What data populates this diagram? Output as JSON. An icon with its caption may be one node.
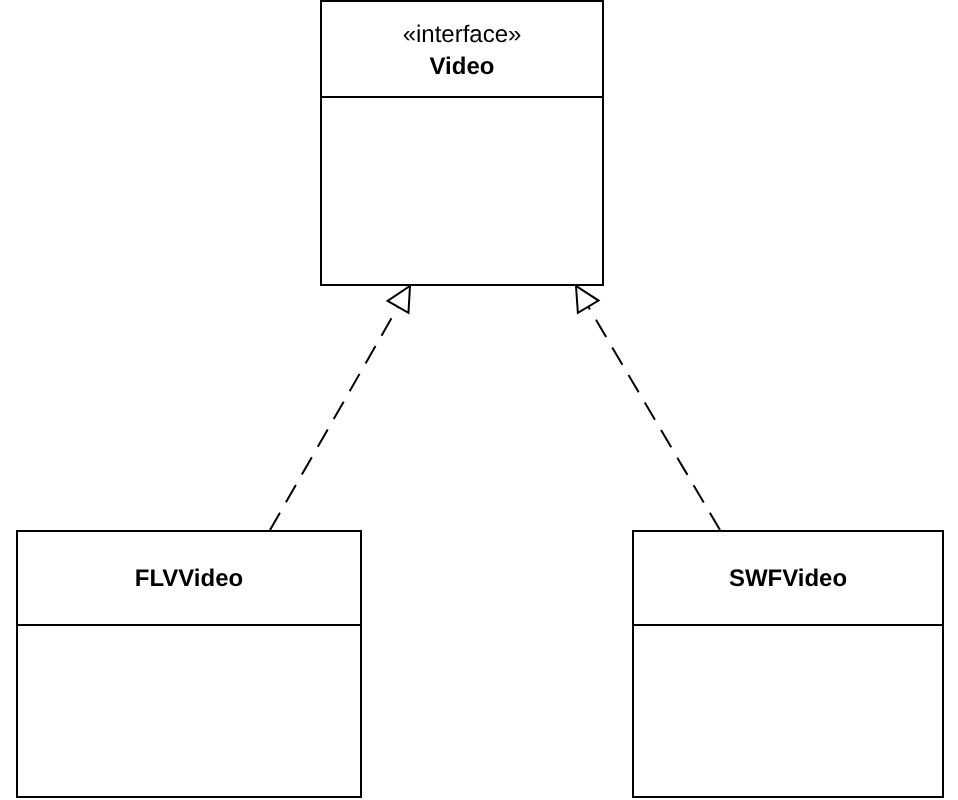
{
  "diagram": {
    "nodes": [
      {
        "text": [
          "«interface»",
          "Video"
        ]
      },
      {
        "text": [
          "FLVVideo"
        ]
      },
      {
        "text": [
          "SWFVideo"
        ]
      }
    ],
    "edges": [
      {
        "from": 1,
        "to": 0,
        "arrow": "to",
        "style": "dashed"
      },
      {
        "from": 2,
        "to": 0,
        "arrow": "to",
        "style": "dashed"
      }
    ]
  }
}
